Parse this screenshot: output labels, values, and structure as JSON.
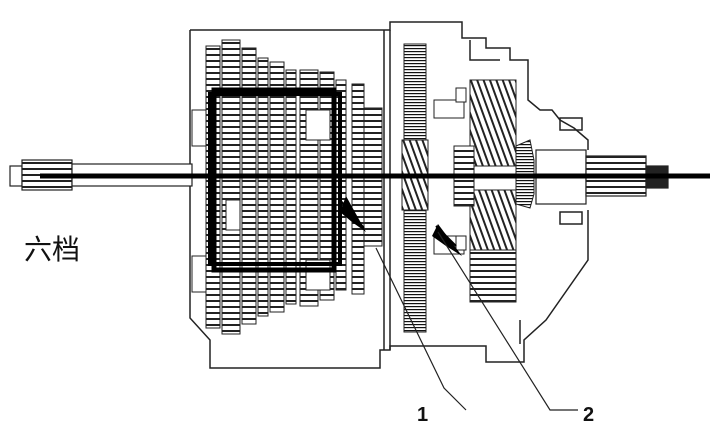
{
  "diagram": {
    "gear_label": "六档",
    "callouts": [
      "1",
      "2"
    ]
  }
}
